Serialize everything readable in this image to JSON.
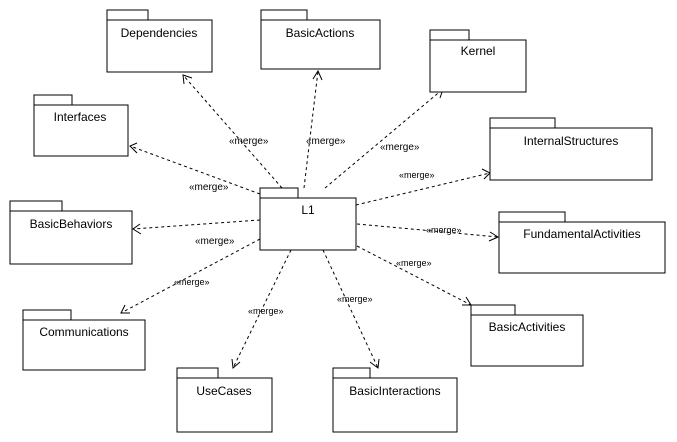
{
  "center_package": {
    "name": "L1"
  },
  "packages": [
    {
      "id": "dependencies",
      "name": "Dependencies"
    },
    {
      "id": "basic-actions",
      "name": "BasicActions"
    },
    {
      "id": "kernel",
      "name": "Kernel"
    },
    {
      "id": "interfaces",
      "name": "Interfaces"
    },
    {
      "id": "internal-structures",
      "name": "InternalStructures"
    },
    {
      "id": "basic-behaviors",
      "name": "BasicBehaviors"
    },
    {
      "id": "fundamental-activities",
      "name": "FundamentalActivities"
    },
    {
      "id": "communications",
      "name": "Communications"
    },
    {
      "id": "basic-activities",
      "name": "BasicActivities"
    },
    {
      "id": "use-cases",
      "name": "UseCases"
    },
    {
      "id": "basic-interactions",
      "name": "BasicInteractions"
    }
  ],
  "relationships": [
    {
      "from": "L1",
      "to": "dependencies",
      "stereotype": "«merge»"
    },
    {
      "from": "L1",
      "to": "basic-actions",
      "stereotype": "«merge»"
    },
    {
      "from": "L1",
      "to": "kernel",
      "stereotype": "«merge»"
    },
    {
      "from": "L1",
      "to": "interfaces",
      "stereotype": "«merge»"
    },
    {
      "from": "L1",
      "to": "internal-structures",
      "stereotype": "«merge»"
    },
    {
      "from": "L1",
      "to": "basic-behaviors",
      "stereotype": "«merge»"
    },
    {
      "from": "L1",
      "to": "fundamental-activities",
      "stereotype": "«merge»"
    },
    {
      "from": "L1",
      "to": "communications",
      "stereotype": "«merge»"
    },
    {
      "from": "L1",
      "to": "basic-activities",
      "stereotype": "«merge»"
    },
    {
      "from": "L1",
      "to": "use-cases",
      "stereotype": "«merge»"
    },
    {
      "from": "L1",
      "to": "basic-interactions",
      "stereotype": "«merge»"
    }
  ]
}
